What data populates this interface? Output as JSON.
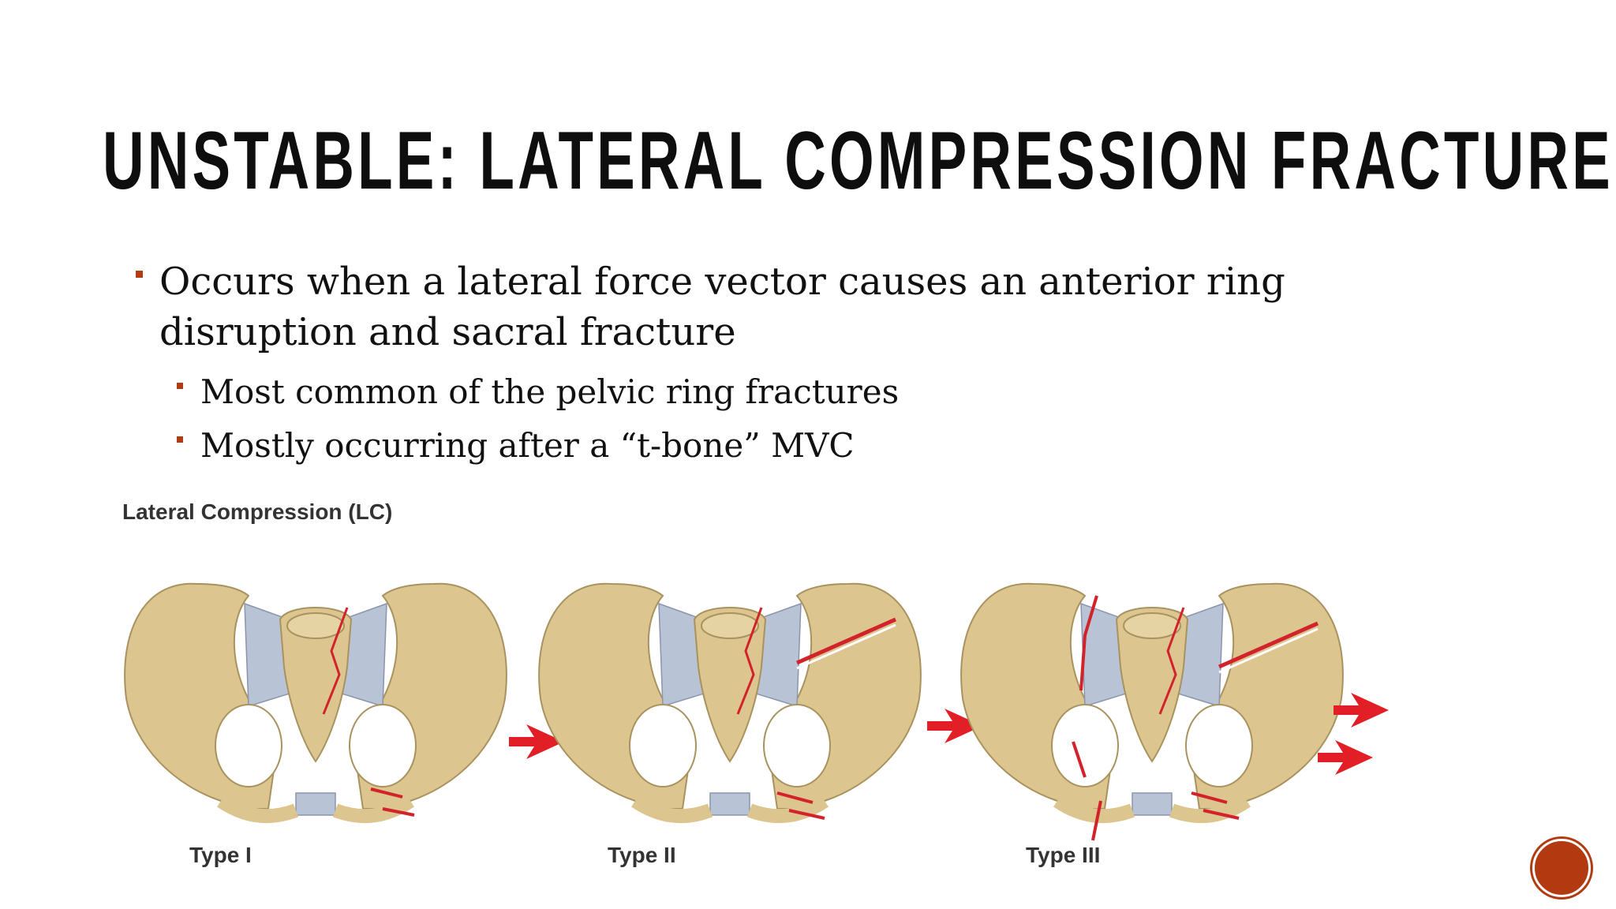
{
  "slide": {
    "title": "UNSTABLE: LATERAL COMPRESSION FRACTURE",
    "bullets": {
      "main": "Occurs when a lateral force vector causes an anterior ring disruption and sacral fracture",
      "sub": [
        "Most common of the pelvic ring fractures",
        "Mostly occurring after a “t-bone” MVC"
      ]
    },
    "figure": {
      "heading": "Lateral Compression (LC)",
      "labels": [
        "Type I",
        "Type II",
        "Type III"
      ]
    }
  },
  "colors": {
    "accent": "#b33a10",
    "bone": "#dcc58f",
    "ligament": "#b9c3d6",
    "fracture": "#d2232a"
  }
}
